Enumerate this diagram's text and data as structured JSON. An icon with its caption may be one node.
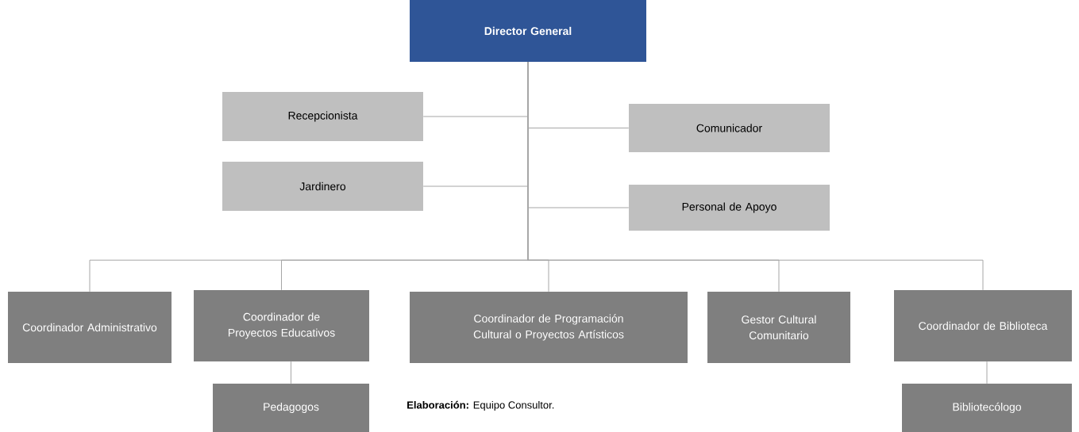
{
  "diagram": {
    "nodes": [
      {
        "text": [
          "Director General"
        ]
      },
      {
        "text": [
          "Recepcionista"
        ]
      },
      {
        "text": [
          "Comunicador"
        ]
      },
      {
        "text": [
          "Jardinero"
        ]
      },
      {
        "text": [
          "Personal de Apoyo"
        ]
      },
      {
        "text": [
          "Coordinador Administrativo"
        ]
      },
      {
        "text": [
          "Coordinador de Proyectos Educativos"
        ]
      },
      {
        "text": [
          "Coordinador de Programación Cultural o Proyectos Artísticos"
        ]
      },
      {
        "text": [
          "Gestor Cultural Comunitario"
        ]
      },
      {
        "text": [
          "Coordinador de Biblioteca"
        ]
      },
      {
        "text": [
          "Pedagogos"
        ]
      },
      {
        "text": [
          "Bibliotecólogo"
        ]
      }
    ],
    "edges": [
      {
        "from": 0,
        "to": 1,
        "arrow": "none"
      },
      {
        "from": 0,
        "to": 2,
        "arrow": "none"
      },
      {
        "from": 0,
        "to": 3,
        "arrow": "none"
      },
      {
        "from": 0,
        "to": 4,
        "arrow": "none"
      },
      {
        "from": 0,
        "to": 5,
        "arrow": "none"
      },
      {
        "from": 0,
        "to": 6,
        "arrow": "none"
      },
      {
        "from": 0,
        "to": 7,
        "arrow": "none"
      },
      {
        "from": 0,
        "to": 8,
        "arrow": "none"
      },
      {
        "from": 0,
        "to": 9,
        "arrow": "none"
      },
      {
        "from": 6,
        "to": 10,
        "arrow": "none"
      },
      {
        "from": 9,
        "to": 11,
        "arrow": "none"
      }
    ],
    "labels": [
      "**Elaboración:** Equipo Consultor."
    ]
  }
}
